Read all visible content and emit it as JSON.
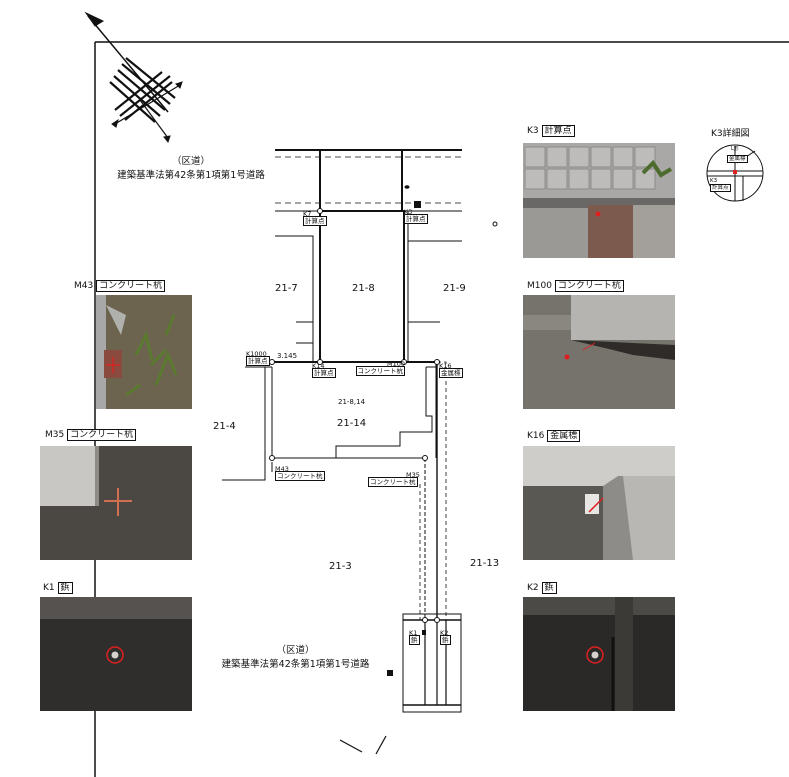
{
  "roads": {
    "north": {
      "line1": "（区道）",
      "line2": "建築基準法第42条第1項第1号道路"
    },
    "south": {
      "line1": "（区道）",
      "line2": "建築基準法第42条第1項第1号道路"
    }
  },
  "lots": [
    "21-7",
    "21-8",
    "21-9",
    "21-4",
    "21-14",
    "21-3",
    "21-13"
  ],
  "lot_sub": "21-8,14",
  "dimension": "3.145",
  "points": {
    "K7": {
      "id": "K7",
      "type": "計算点"
    },
    "K3": {
      "id": "K3",
      "type": "計算点"
    },
    "K1000": {
      "id": "K1000",
      "type": "計算点"
    },
    "K14": {
      "id": "K14",
      "type": "計算点"
    },
    "M100": {
      "id": "M100",
      "type": "コンクリート杭"
    },
    "K16": {
      "id": "K16",
      "type": "金属標"
    },
    "M43": {
      "id": "M43",
      "type": "コンクリート杭"
    },
    "M35": {
      "id": "M35",
      "type": "コンクリート杭"
    },
    "K1": {
      "id": "K1",
      "type": "鋲"
    },
    "K2": {
      "id": "K2",
      "type": "鋲"
    }
  },
  "photos": {
    "k3": {
      "id": "K3",
      "type": "計算点"
    },
    "m43": {
      "id": "M43",
      "type": "コンクリート杭"
    },
    "m100": {
      "id": "M100",
      "type": "コンクリート杭"
    },
    "m35": {
      "id": "M35",
      "type": "コンクリート杭"
    },
    "k16": {
      "id": "K16",
      "type": "金属標"
    },
    "k1": {
      "id": "K1",
      "type": "鋲"
    },
    "k2": {
      "id": "K2",
      "type": "鋲"
    }
  },
  "detail": {
    "title": "K3詳細図",
    "l_label": "L形",
    "metal": "金属標",
    "point_id": "K3",
    "point_type": "計算点"
  },
  "colors": {
    "line": "#111111",
    "marker": "#e02020"
  }
}
